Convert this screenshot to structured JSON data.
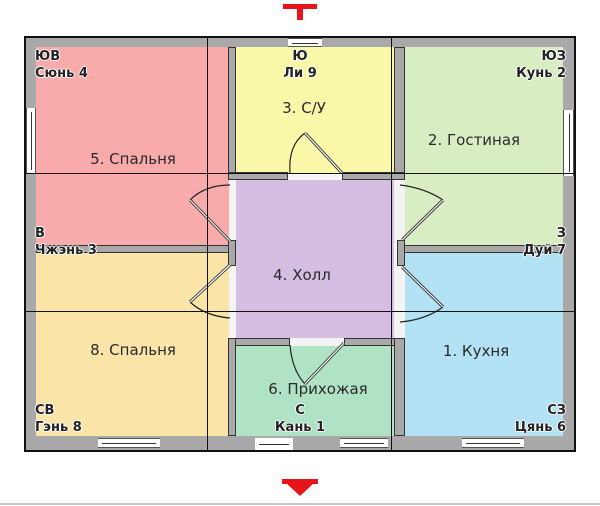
{
  "plan": {
    "colors": {
      "bedroom5": "#f9aaaa",
      "bathroom3": "#f9f7a8",
      "living2": "#d9edc2",
      "hall4": "#d4bfe2",
      "bedroom8": "#fae4a7",
      "entry6": "#b0e3c5",
      "kitchen1": "#b3e2f5",
      "wall": "#a9a9a9",
      "arrow": "#e8141c"
    },
    "rooms": [
      {
        "id": "kitchen",
        "label": "1. Кухня"
      },
      {
        "id": "living",
        "label": "2. Гостиная"
      },
      {
        "id": "bathroom",
        "label": "3. С/У"
      },
      {
        "id": "hall",
        "label": "4. Холл"
      },
      {
        "id": "bedroom5",
        "label": "5. Спальня"
      },
      {
        "id": "entry",
        "label": "6. Прихожая"
      },
      {
        "id": "bedroom8",
        "label": "8. Спальня"
      }
    ],
    "directions": {
      "se": {
        "dir": "ЮВ",
        "trigram": "Сюнь 4"
      },
      "s": {
        "dir": "Ю",
        "trigram": "Ли 9"
      },
      "sw": {
        "dir": "ЮЗ",
        "trigram": "Кунь 2"
      },
      "e": {
        "dir": "В",
        "trigram": "Чжэнь 3"
      },
      "w": {
        "dir": "З",
        "trigram": "Дуй 7"
      },
      "ne": {
        "dir": "СВ",
        "trigram": "Гэнь 8"
      },
      "n": {
        "dir": "С",
        "trigram": "Кань 1"
      },
      "nw": {
        "dir": "СЗ",
        "trigram": "Цянь 6"
      }
    },
    "markers": {
      "top": "t-marker-icon",
      "bottom": "down-arrow-icon"
    }
  }
}
